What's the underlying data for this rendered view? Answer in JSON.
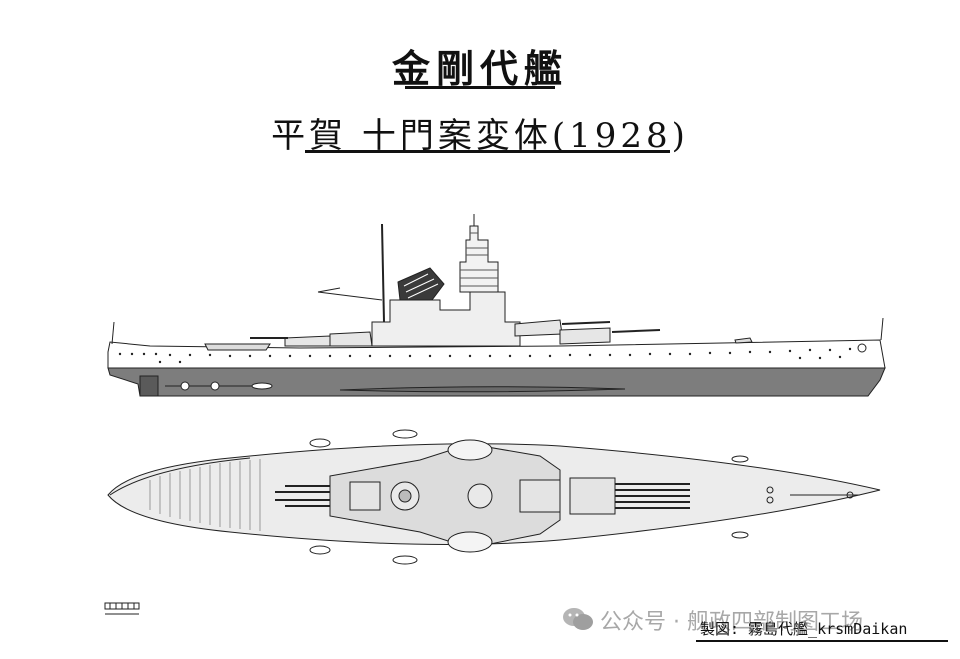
{
  "title": "金剛代艦",
  "subtitle": "平賀 十門案変体(1928)",
  "credit": "製図: 霧島代艦_krsmDaikan",
  "watermark": "公众号 · 舰政四部制图工场"
}
